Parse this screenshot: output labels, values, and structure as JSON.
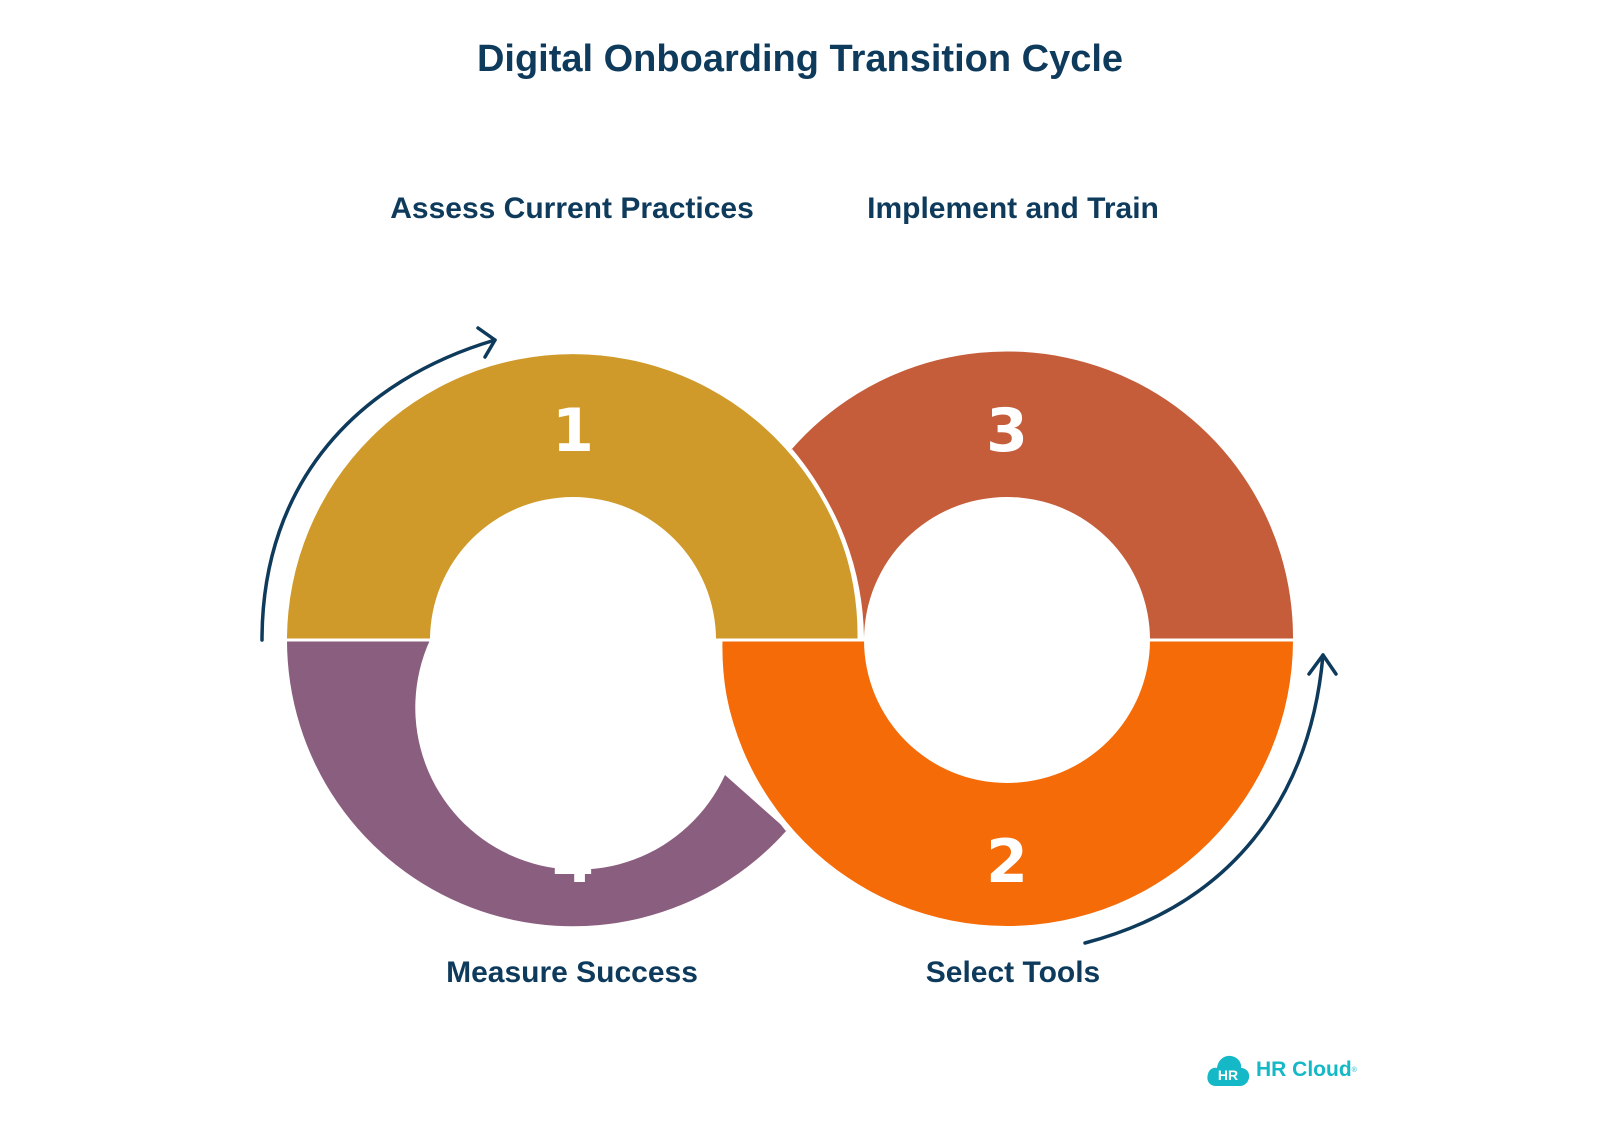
{
  "title": "Digital Onboarding Transition Cycle",
  "steps": [
    {
      "number": "1",
      "label": "Assess Current Practices",
      "color": "#cf9a29"
    },
    {
      "number": "2",
      "label": "Select Tools",
      "color": "#f46b08"
    },
    {
      "number": "3",
      "label": "Implement and Train",
      "color": "#c55d3a"
    },
    {
      "number": "4",
      "label": "Measure Success",
      "color": "#8a5e7e"
    }
  ],
  "arrow_color": "#0e3a5c",
  "logo": {
    "badge": "HR",
    "name": "HR Cloud",
    "mark": "®",
    "color": "#14b8c6",
    "icon": "cloud-icon"
  }
}
